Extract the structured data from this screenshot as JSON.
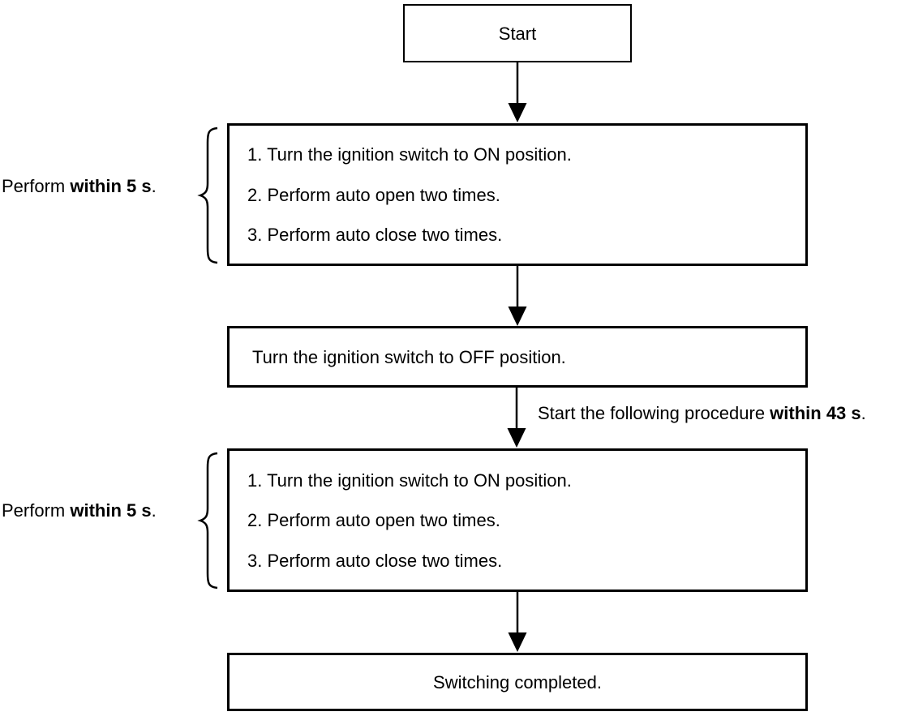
{
  "diagram": {
    "nodes": {
      "start": {
        "label": "Start"
      },
      "procedure_1": {
        "steps": [
          "1. Turn the ignition switch to ON position.",
          "2. Perform auto open two times.",
          "3. Perform auto close two times."
        ]
      },
      "ignition_off": {
        "label": "Turn the ignition switch to OFF position."
      },
      "procedure_2": {
        "steps": [
          "1. Turn the ignition switch to ON position.",
          "2. Perform auto open two times.",
          "3. Perform auto close two times."
        ]
      },
      "completed": {
        "label": "Switching completed."
      }
    },
    "side_labels": [
      {
        "prefix": "Perform ",
        "bold": "within 5 s",
        "suffix": "."
      },
      {
        "prefix": "Perform ",
        "bold": "within 5 s",
        "suffix": "."
      }
    ],
    "annotation": {
      "prefix": "Start the following procedure ",
      "bold": "within 43 s",
      "suffix": "."
    },
    "colors": {
      "line": "#000000",
      "text": "#000000",
      "background": "#ffffff"
    }
  }
}
